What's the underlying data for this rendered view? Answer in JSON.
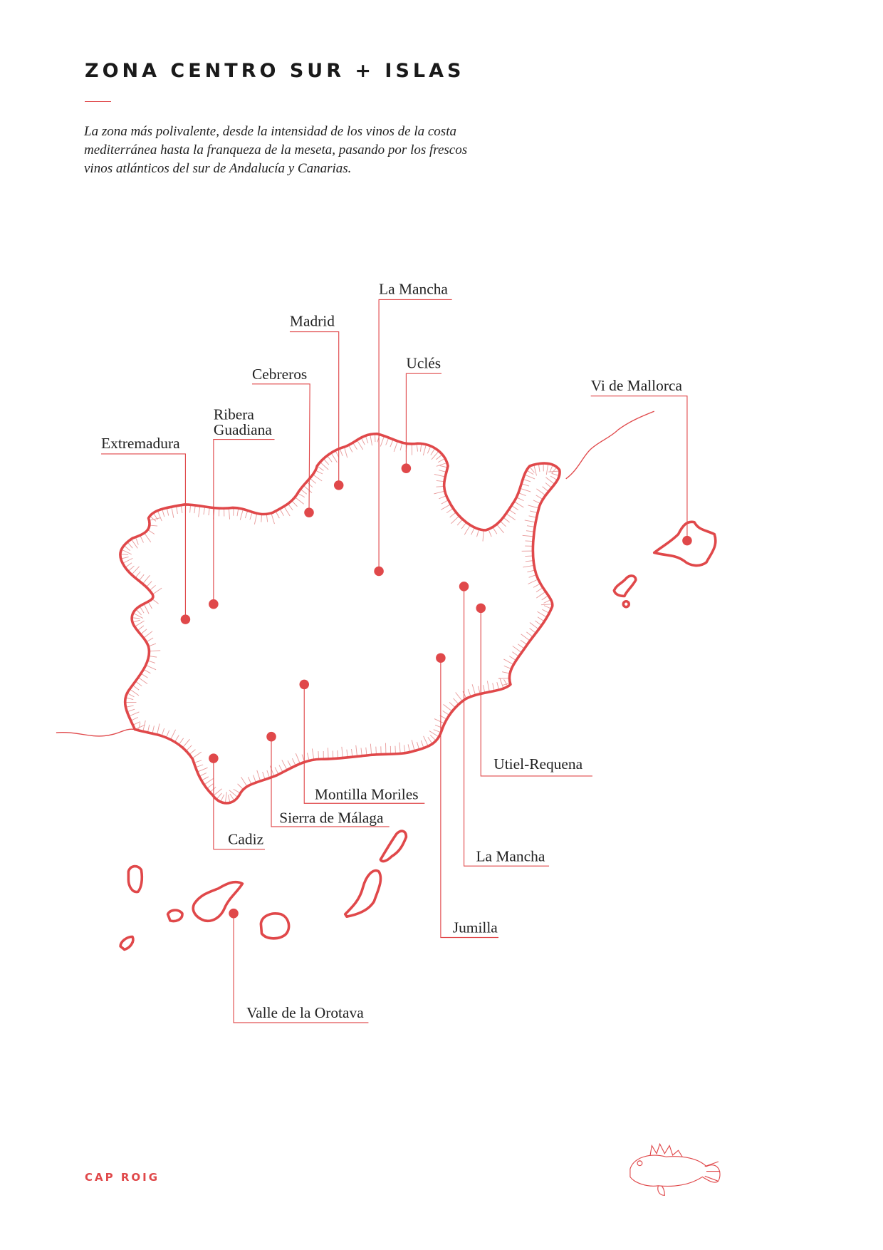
{
  "header": {
    "title": "ZONA CENTRO SUR + ISLAS",
    "description": "La zona más polivalente, desde la intensidad de los vinos de la costa mediterránea hasta la franqueza de la meseta, pasando por los frescos vinos atlánticos del sur de Andalucía y Canarias."
  },
  "map": {
    "regions": [
      {
        "name": "La Mancha"
      },
      {
        "name": "Madrid"
      },
      {
        "name": "Uclés"
      },
      {
        "name": "Cebreros"
      },
      {
        "name_line1": "Ribera",
        "name_line2": "Guadiana"
      },
      {
        "name": "Extremadura"
      },
      {
        "name": "Vi de Mallorca"
      },
      {
        "name": "Utiel-Requena"
      },
      {
        "name": "La Mancha"
      },
      {
        "name": "Jumilla"
      },
      {
        "name": "Montilla Moriles"
      },
      {
        "name": "Sierra de Málaga"
      },
      {
        "name": "Cadiz"
      },
      {
        "name": "Valle de la Orotava"
      }
    ],
    "accent_color": "#e0484a"
  },
  "footer": {
    "brand": "CAP ROIG",
    "logo_icon": "scorpionfish-icon"
  }
}
